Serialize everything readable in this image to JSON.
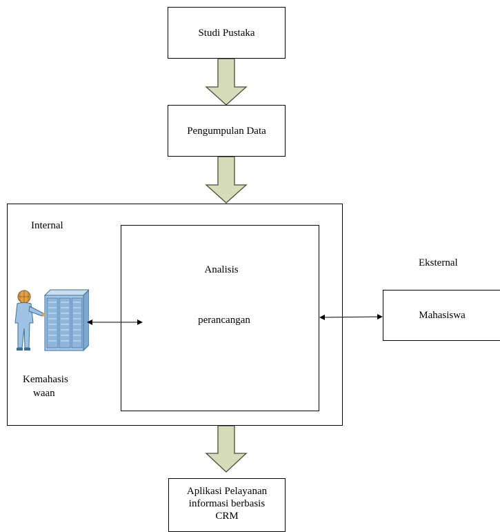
{
  "diagram": {
    "step1": "Studi Pustaka",
    "step2": "Pengumpulan Data",
    "internal_label": "Internal",
    "center_line1": "Analisis",
    "center_line2": "perancangan",
    "external_label": "Eksternal",
    "external_actor": "Mahasiswa",
    "internal_actor_line1": "Kemahasis",
    "internal_actor_line2": "waan",
    "output": "Aplikasi Pelayanan\ninformasi berbasis\nCRM",
    "icons": {
      "internal_actor": "person-server-icon"
    },
    "colors": {
      "arrow_fill": "#d6dcb8",
      "arrow_stroke": "#4a4a3a"
    }
  }
}
